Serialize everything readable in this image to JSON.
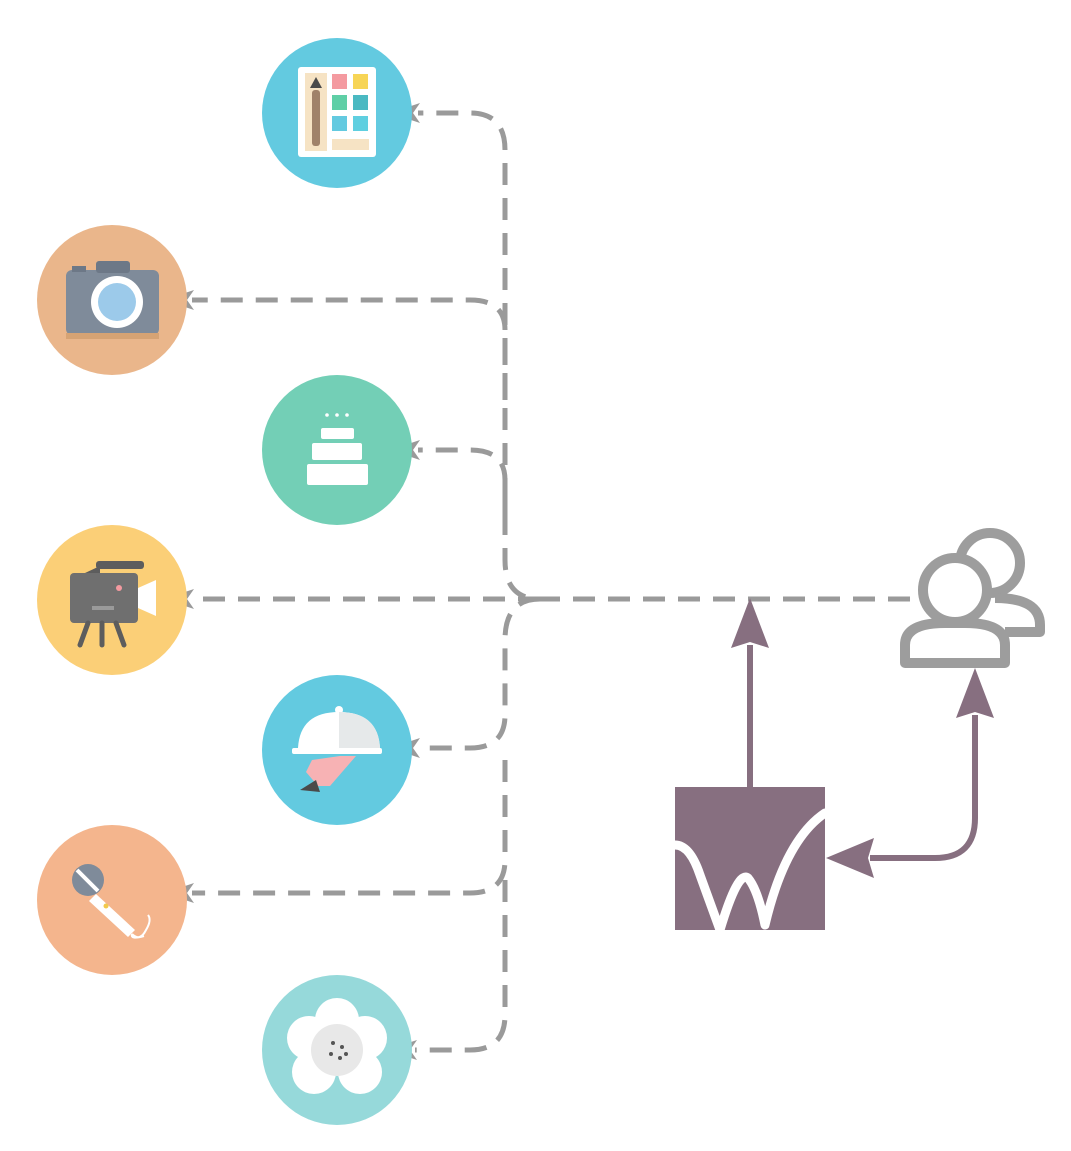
{
  "colors": {
    "connector": "#9a9a9a",
    "brand": "#876f80",
    "users": "#9d9d9d",
    "white": "#ffffff"
  },
  "hub": {
    "name": "wedding-brand-logo",
    "icon": "brand-w-icon",
    "color": "#876f80"
  },
  "audience": {
    "name": "guests-users",
    "icon": "users-icon",
    "color": "#9d9d9d"
  },
  "services": [
    {
      "name": "design-palette",
      "icon": "palette-icon",
      "bg": "#63cae0"
    },
    {
      "name": "photography",
      "icon": "camera-icon",
      "bg": "#eab68b"
    },
    {
      "name": "wedding-cake",
      "icon": "cake-icon",
      "bg": "#73cfb6"
    },
    {
      "name": "videography",
      "icon": "video-camera-icon",
      "bg": "#fbcf77"
    },
    {
      "name": "catering",
      "icon": "cloche-icon",
      "bg": "#63cae0"
    },
    {
      "name": "entertainment",
      "icon": "microphone-icon",
      "bg": "#f4b58d"
    },
    {
      "name": "florist",
      "icon": "flower-icon",
      "bg": "#96d9da"
    }
  ]
}
